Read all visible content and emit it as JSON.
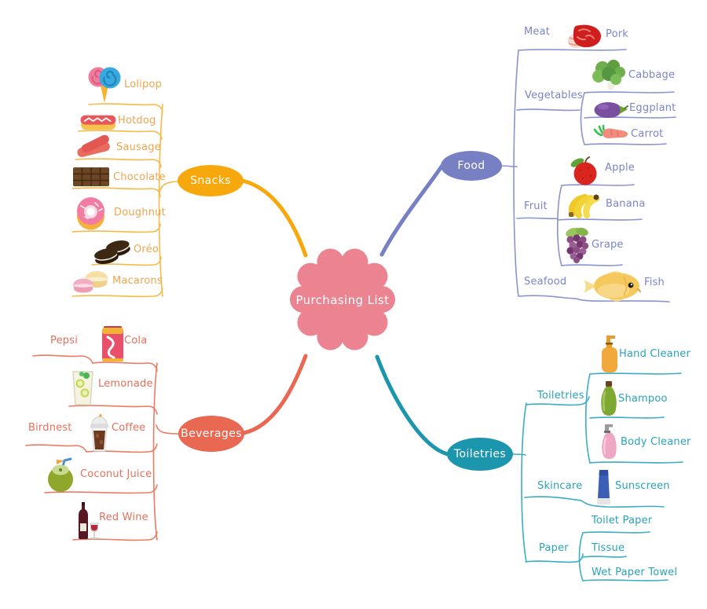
{
  "title": "Purchasing List",
  "center": {
    "label": "Purchasing List",
    "color": "#EB8490"
  },
  "branches": {
    "snacks": {
      "label": "Snacks",
      "node_color": "#F7A80D",
      "line_color": "#F5BA4A",
      "text_color": "#F0A54E",
      "items": [
        {
          "label": "Lolipop",
          "icon": "lollipop-icon"
        },
        {
          "label": "Hotdog",
          "icon": "hotdog-icon"
        },
        {
          "label": "Sausage",
          "icon": "sausage-icon"
        },
        {
          "label": "Chocolate",
          "icon": "chocolate-icon"
        },
        {
          "label": "Doughnut",
          "icon": "doughnut-icon"
        },
        {
          "label": "Oréo",
          "icon": "oreo-icon"
        },
        {
          "label": "Macarons",
          "icon": "macarons-icon"
        }
      ]
    },
    "food": {
      "label": "Food",
      "node_color": "#7780C2",
      "line_color": "#8A94CE",
      "text_color": "#7B85C9",
      "groups": [
        {
          "label": "Meat",
          "items": [
            {
              "label": "Pork",
              "icon": "pork-icon"
            }
          ]
        },
        {
          "label": "Vegetables",
          "items": [
            {
              "label": "Cabbage",
              "icon": "cabbage-icon"
            },
            {
              "label": "Eggplant",
              "icon": "eggplant-icon"
            },
            {
              "label": "Carrot",
              "icon": "carrot-icon"
            }
          ]
        },
        {
          "label": "Fruit",
          "items": [
            {
              "label": "Apple",
              "icon": "apple-icon"
            },
            {
              "label": "Banana",
              "icon": "banana-icon"
            },
            {
              "label": "Grape",
              "icon": "grape-icon"
            }
          ]
        },
        {
          "label": "Seafood",
          "items": [
            {
              "label": "Fish",
              "icon": "fish-icon"
            }
          ]
        }
      ]
    },
    "beverages": {
      "label": "Beverages",
      "node_color": "#E96852",
      "line_color": "#ED7B64",
      "text_color": "#E3715C",
      "items": [
        {
          "label": "Cola",
          "icon": "cola-icon",
          "child": "Pepsi"
        },
        {
          "label": "Lemonade",
          "icon": "lemonade-icon"
        },
        {
          "label": "Coffee",
          "icon": "coffee-icon",
          "child": "Birdnest"
        },
        {
          "label": "Coconut Juice",
          "icon": "coconut-icon"
        },
        {
          "label": "Red Wine",
          "icon": "red-wine-icon"
        }
      ]
    },
    "toiletries": {
      "label": "Toiletries",
      "node_color": "#1C96AD",
      "line_color": "#3BADC3",
      "text_color": "#2AA2B8",
      "groups": [
        {
          "label": "Toiletries",
          "items": [
            {
              "label": "Hand Cleaner",
              "icon": "hand-cleaner-icon"
            },
            {
              "label": "Shampoo",
              "icon": "shampoo-icon"
            },
            {
              "label": "Body Cleaner",
              "icon": "body-cleaner-icon"
            }
          ]
        },
        {
          "label": "Skincare",
          "items": [
            {
              "label": "Sunscreen",
              "icon": "sunscreen-icon"
            }
          ]
        },
        {
          "label": "Paper",
          "items": [
            {
              "label": "Toilet Paper"
            },
            {
              "label": "Tissue"
            },
            {
              "label": "Wet Paper Towel"
            }
          ]
        }
      ]
    }
  }
}
